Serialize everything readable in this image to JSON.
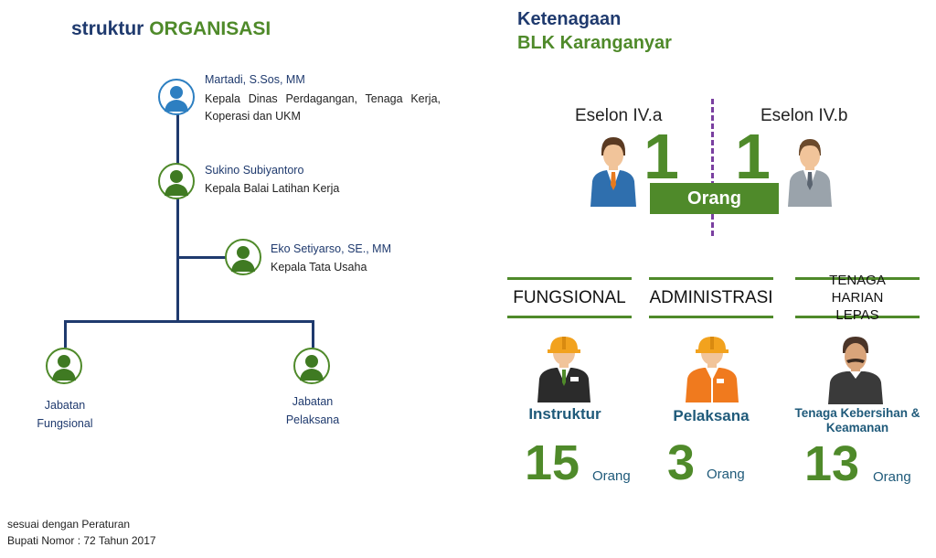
{
  "left": {
    "title_part1": "struktur",
    "title_part2": "ORGANISASI",
    "head": {
      "name": "Martadi, S.Sos, MM",
      "title": "Kepala Dinas Perdagangan, Tenaga Kerja, Koperasi dan UKM"
    },
    "balai": {
      "name": "Sukino Subiyantoro",
      "title": "Kepala Balai Latihan Kerja"
    },
    "tu": {
      "name": "Eko Setiyarso, SE., MM",
      "title": "Kepala Tata Usaha"
    },
    "fungsional": {
      "line1": "Jabatan",
      "line2": "Fungsional"
    },
    "pelaksana": {
      "line1": "Jabatan",
      "line2": "Pelaksana"
    },
    "footer_line1": "sesuai dengan Peraturan",
    "footer_line2": "Bupati Nomor : 72 Tahun 2017"
  },
  "right": {
    "title_line1": "Ketenagaan",
    "title_line2": "BLK Karanganyar",
    "eselon_a": {
      "label": "Eselon IV.a",
      "count": "1"
    },
    "eselon_b": {
      "label": "Eselon IV.b",
      "count": "1"
    },
    "orang_label": "Orang",
    "categories": [
      {
        "header": "FUNGSIONAL",
        "role": "Instruktur",
        "count": "15",
        "unit": "Orang"
      },
      {
        "header": "ADMINISTRASI",
        "role": "Pelaksana",
        "count": "3",
        "unit": "Orang"
      },
      {
        "header": "TENAGA HARIAN LEPAS",
        "role": "Tenaga Kebersihan & Keamanan",
        "count": "13",
        "unit": "Orang"
      }
    ]
  },
  "colors": {
    "navy": "#1f3a6e",
    "green": "#4f8a2a",
    "blue_avatar": "#2d7fc1",
    "divider": "#7a3fa0"
  },
  "icons": [
    "person-avatar-icon",
    "businessman-icon",
    "worker-helmet-icon",
    "cleaning-staff-icon"
  ]
}
